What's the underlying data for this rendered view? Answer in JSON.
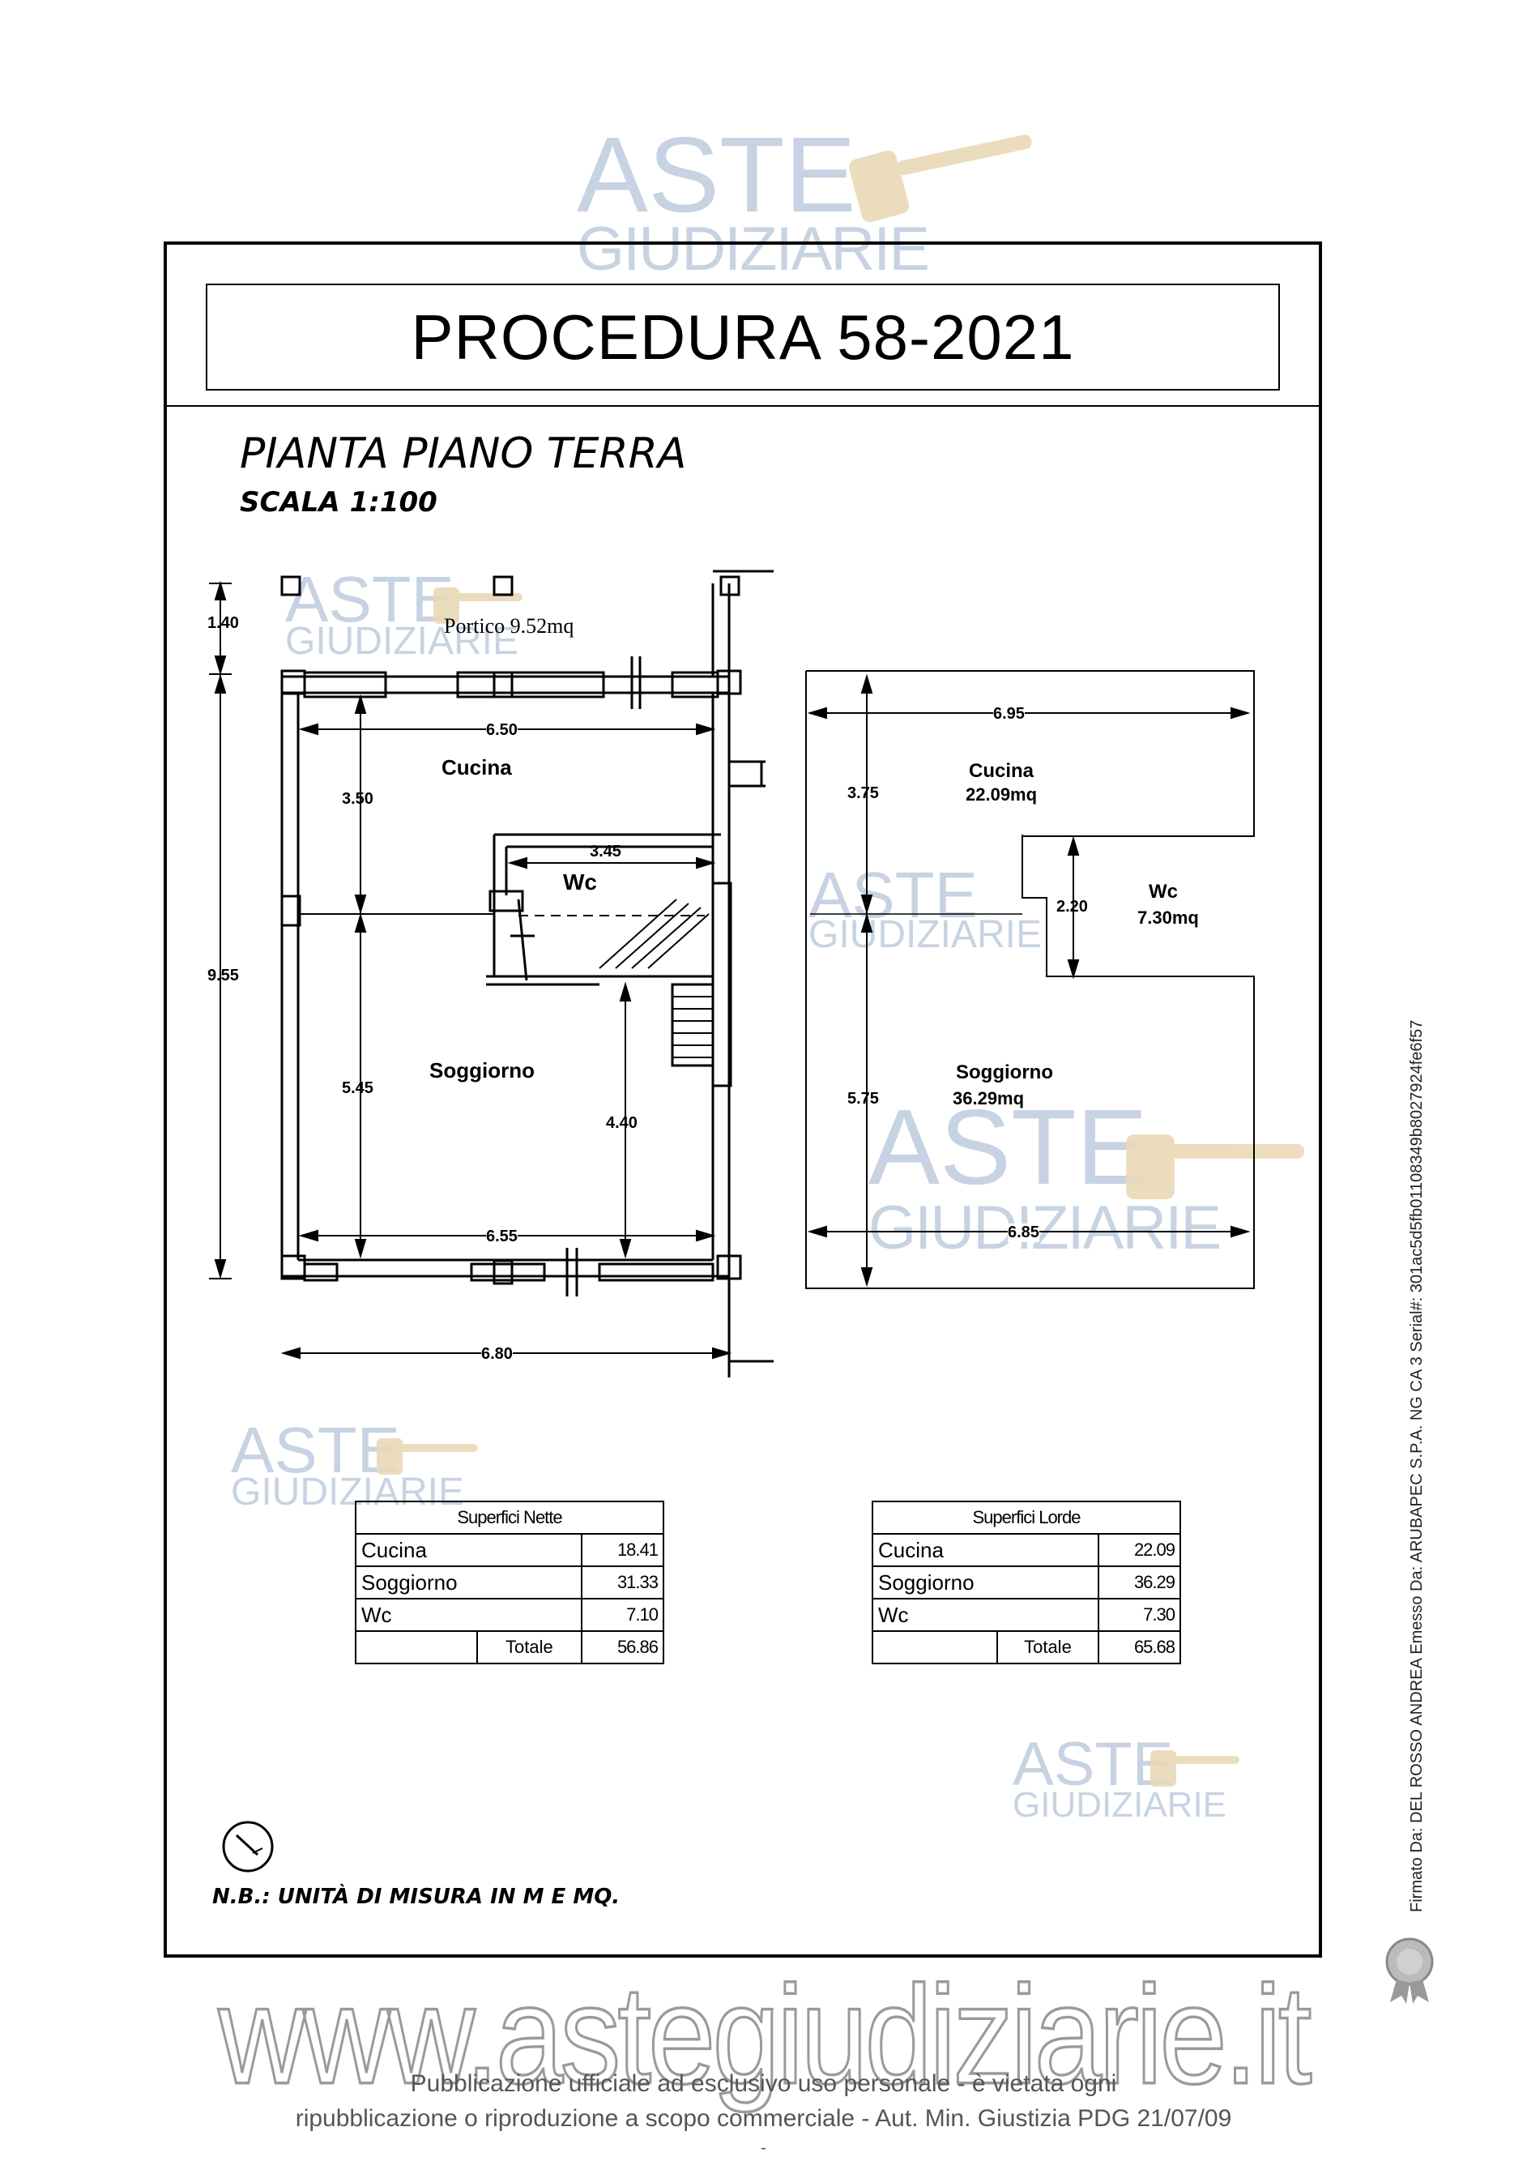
{
  "watermark": {
    "line1": "ASTE",
    "line2": "GIUDIZIARIE",
    "color": "#c7d3e2",
    "gavel_color": "#ead9b8"
  },
  "title": "PROCEDURA 58-2021",
  "heading": "PIANTA PIANO TERRA",
  "scale": "SCALA 1:100",
  "note": "N.B.: UNITÀ DI MISURA IN M E MQ.",
  "plan_left": {
    "porch": "Portico 9.52mq",
    "rooms": [
      "Cucina",
      "Wc",
      "Soggiorno"
    ],
    "dims": {
      "porch_depth": "1.40",
      "total_depth": "9.55",
      "kitchen_width": "6.50",
      "kitchen_depth": "3.50",
      "wc_width": "3.45",
      "living_depth": "5.45",
      "living_depth_inner": "4.40",
      "living_width": "6.55",
      "overall_width": "6.80"
    }
  },
  "plan_right": {
    "rooms": [
      {
        "name": "Cucina",
        "area": "22.09mq"
      },
      {
        "name": "Wc",
        "area": "7.30mq"
      },
      {
        "name": "Soggiorno",
        "area": "36.29mq"
      }
    ],
    "dims": {
      "top_width": "6.95",
      "kitchen_depth": "3.75",
      "wc_depth": "2.20",
      "living_depth": "5.75",
      "bottom_width": "6.85"
    }
  },
  "table_nette": {
    "title": "Superfici Nette",
    "rows": [
      {
        "name": "Cucina",
        "value": "18.41"
      },
      {
        "name": "Soggiorno",
        "value": "31.33"
      },
      {
        "name": "Wc",
        "value": "7.10"
      }
    ],
    "total_label": "Totale",
    "total_value": "56.86"
  },
  "table_lorde": {
    "title": "Superfici Lorde",
    "rows": [
      {
        "name": "Cucina",
        "value": "22.09"
      },
      {
        "name": "Soggiorno",
        "value": "36.29"
      },
      {
        "name": "Wc",
        "value": "7.30"
      }
    ],
    "total_label": "Totale",
    "total_value": "65.68"
  },
  "website": "www.astegiudiziarie.it",
  "footer": {
    "line1": "Pubblicazione ufficiale ad esclusivo uso personale - è vietata ogni",
    "line2": "ripubblicazione o riproduzione a scopo commerciale - Aut. Min. Giustizia PDG 21/07/09",
    "dot": "-"
  },
  "signature": "Firmato Da: DEL ROSSO ANDREA Emesso Da: ARUBAPEC S.P.A. NG CA 3 Serial#: 301ac5d5fb01108349b8027924fe6f57"
}
